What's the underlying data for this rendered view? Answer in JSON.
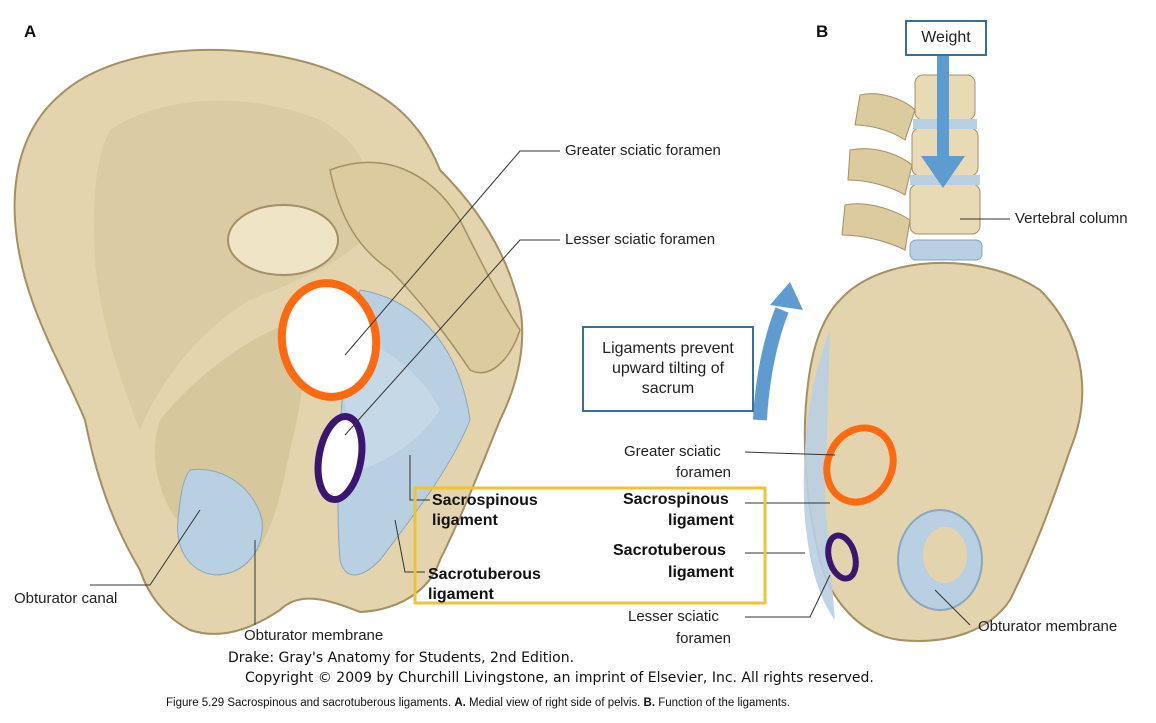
{
  "figure": {
    "panel_a": "A",
    "panel_b": "B",
    "labels_a": {
      "greater_sciatic_foramen": "Greater sciatic foramen",
      "lesser_sciatic_foramen": "Lesser sciatic foramen",
      "sacrospinous_1": "Sacrospinous",
      "sacrospinous_2": "ligament",
      "sacrotuberous_1": "Sacrotuberous",
      "sacrotuberous_2": "ligament",
      "obturator_canal": "Obturator canal",
      "obturator_membrane": "Obturator membrane"
    },
    "labels_b": {
      "weight": "Weight",
      "vertebral_column": "Vertebral column",
      "ligaments_box_1": "Ligaments prevent",
      "ligaments_box_2": "upward tilting of",
      "ligaments_box_3": "sacrum",
      "greater_sciatic_1": "Greater sciatic",
      "greater_sciatic_2": "foramen",
      "sacrospinous_1": "Sacrospinous",
      "sacrospinous_2": "ligament",
      "sacrotuberous_1": "Sacrotuberous",
      "sacrotuberous_2": "ligament",
      "lesser_sciatic_1": "Lesser sciatic",
      "lesser_sciatic_2": "foramen",
      "obturator_membrane": "Obturator membrane"
    },
    "credit_line_1": "Drake: Gray's Anatomy for Students, 2nd Edition.",
    "credit_line_2": "Copyright © 2009 by Churchill Livingstone, an imprint of Elsevier, Inc. All rights reserved.",
    "caption_prefix": "Figure 5.29 Sacrospinous and sacrotuberous ligaments.",
    "caption_a": "A.",
    "caption_a_text": "Medial view of right side of pelvis.",
    "caption_b": "B.",
    "caption_b_text": "Function of the ligaments."
  },
  "colors": {
    "bone": "#e3d4ad",
    "bone_shadow": "#c9b68c",
    "ligament": "#b9cfe2",
    "orange_marker": "#ff6a10",
    "purple_marker": "#3b1670",
    "yellow_box": "#f2c230",
    "arrow_blue": "#5e9bd0"
  }
}
